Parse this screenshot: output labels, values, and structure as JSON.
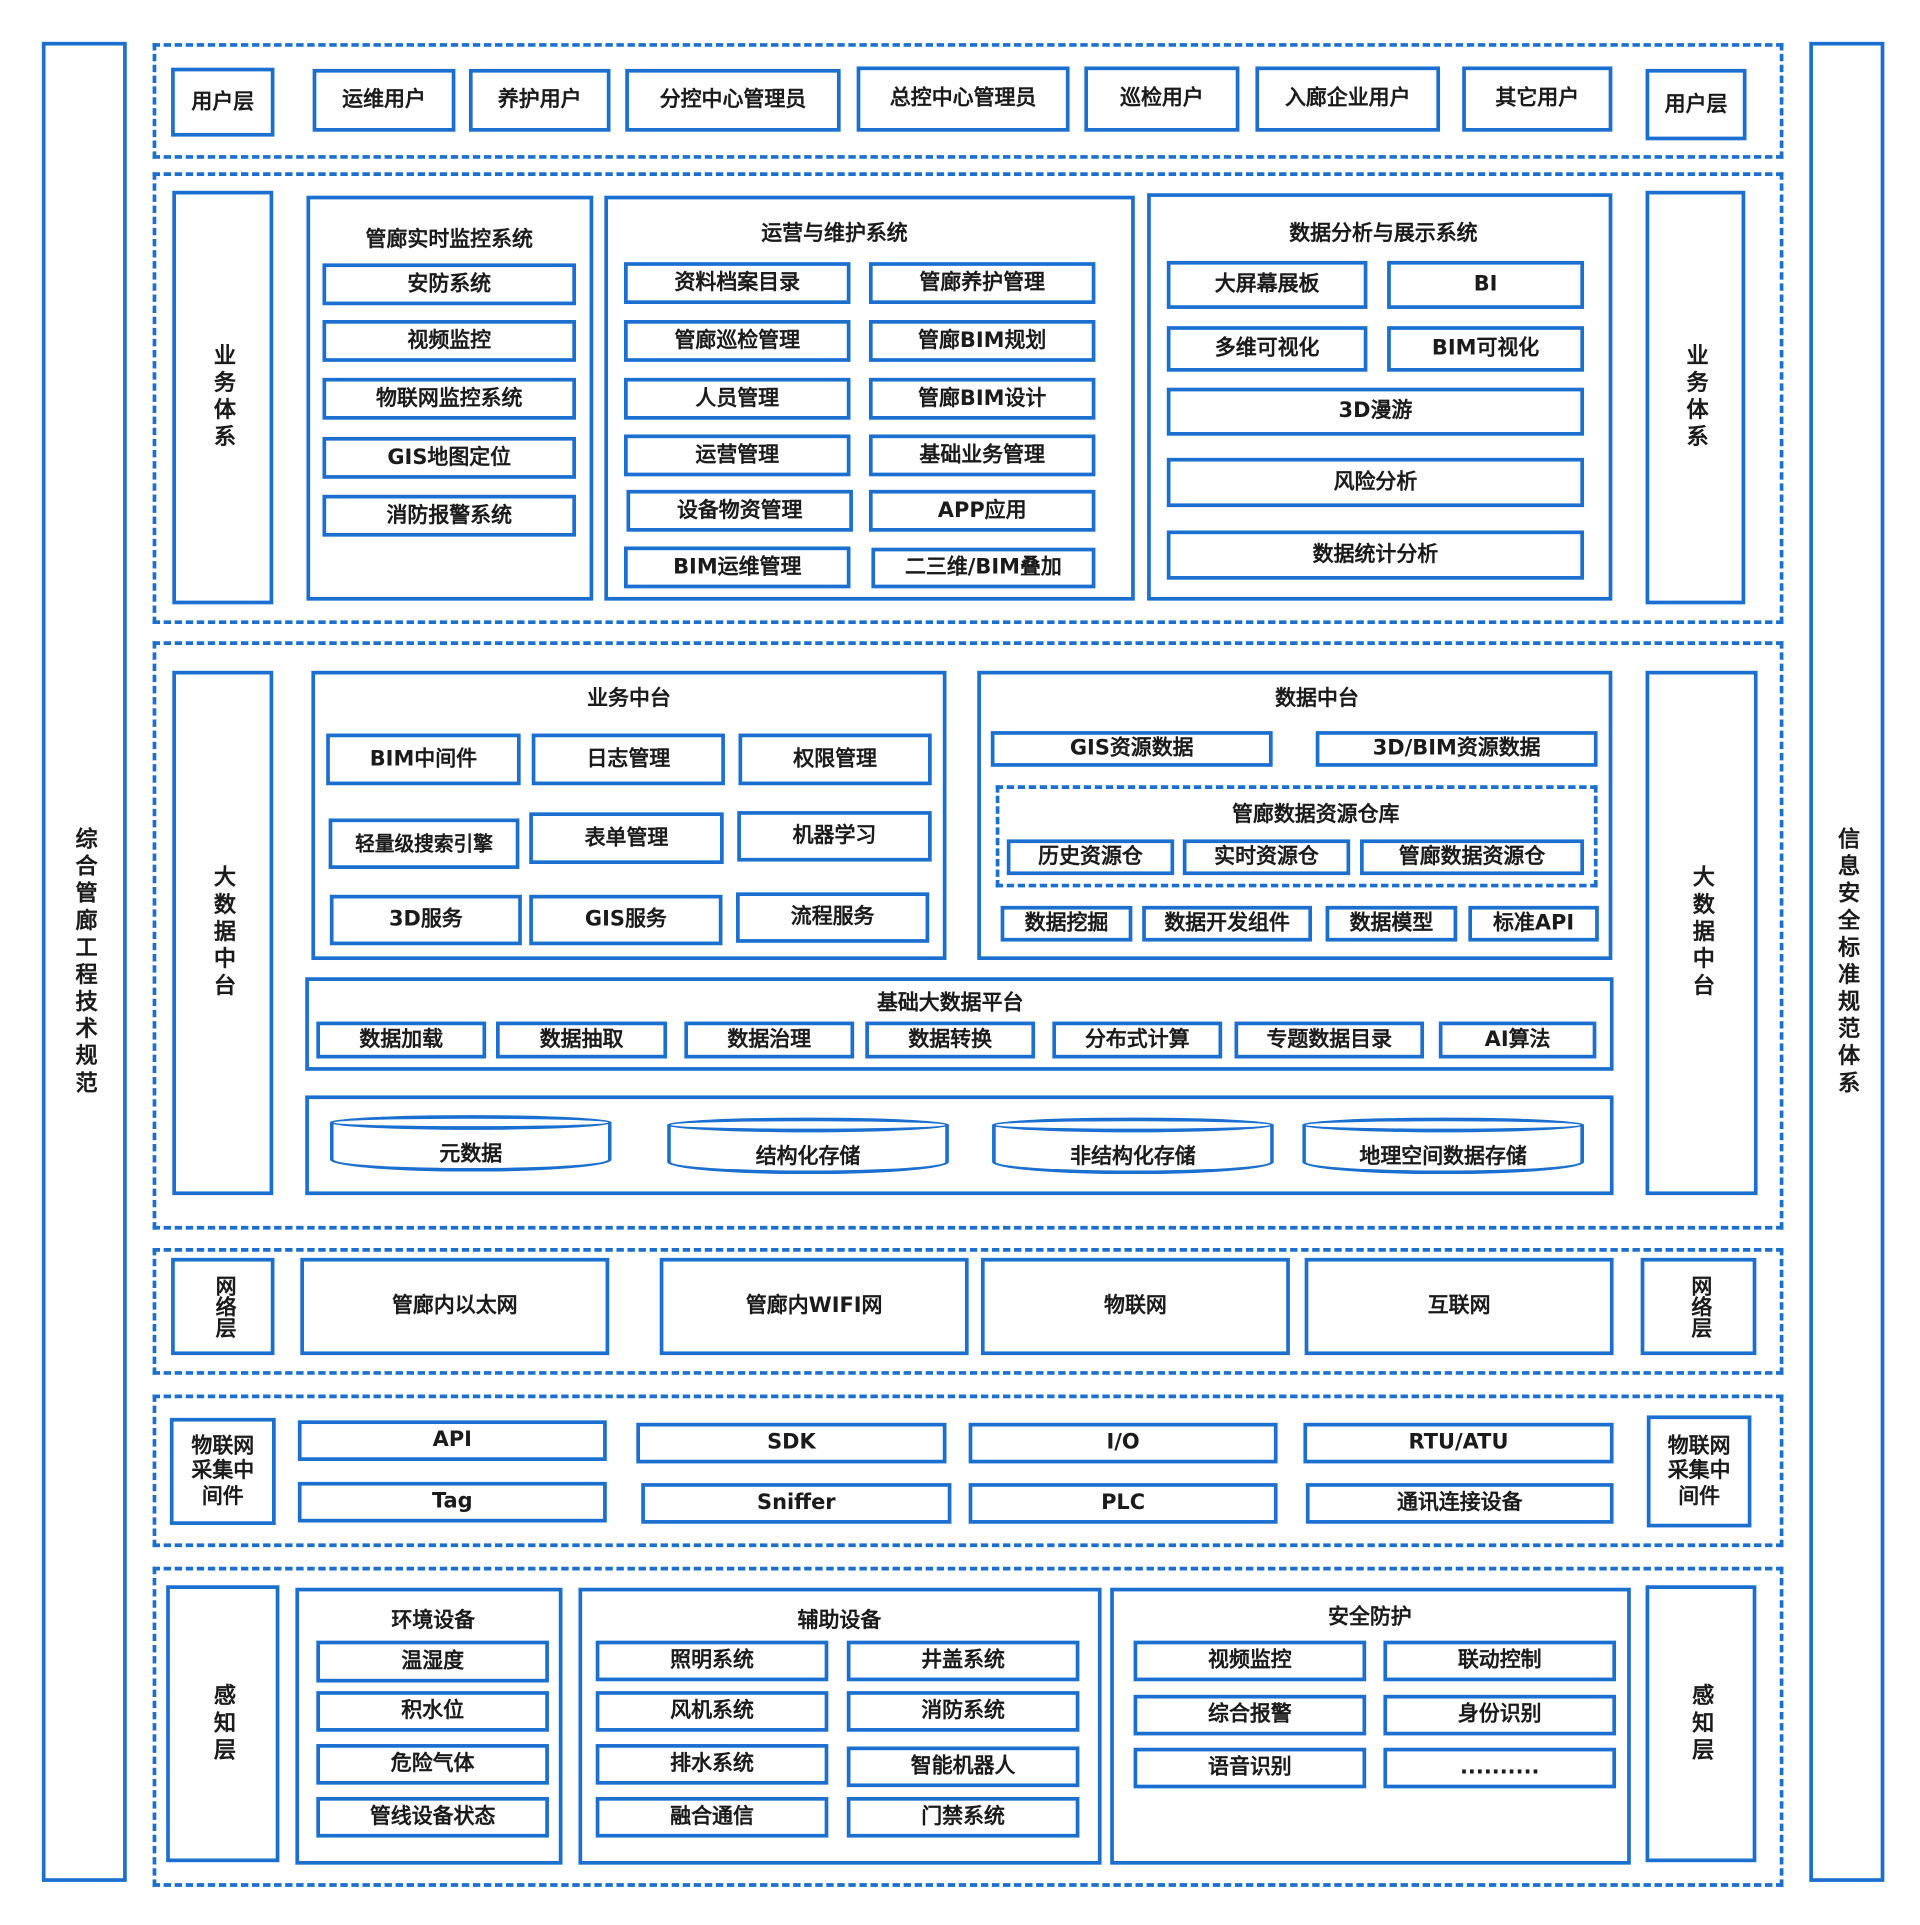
{
  "colors": {
    "accent": "#1a6fd0",
    "text": "#1b1b1b"
  },
  "sides": {
    "left": "综合管廊工程技术规范",
    "right": "信息安全标准规范体系"
  },
  "user_layer": {
    "label": "用户层",
    "items": [
      "运维用户",
      "养护用户",
      "分控中心管理员",
      "总控中心管理员",
      "巡检用户",
      "入廊企业用户",
      "其它用户"
    ]
  },
  "business": {
    "label": "业务体系",
    "monitor": {
      "title": "管廊实时监控系统",
      "items": [
        "安防系统",
        "视频监控",
        "物联网监控系统",
        "GIS地图定位",
        "消防报警系统"
      ]
    },
    "ops": {
      "title": "运营与维护系统",
      "col1": [
        "资料档案目录",
        "管廊巡检管理",
        "人员管理",
        "运营管理",
        "设备物资管理",
        "BIM运维管理"
      ],
      "col2": [
        "管廊养护管理",
        "管廊BIM规划",
        "管廊BIM设计",
        "基础业务管理",
        "APP应用",
        "二三维/BIM叠加"
      ]
    },
    "analysis": {
      "title": "数据分析与展示系统",
      "items": [
        "大屏幕展板",
        "BI",
        "多维可视化",
        "BIM可视化",
        "3D漫游",
        "风险分析",
        "数据统计分析"
      ]
    }
  },
  "bigdata": {
    "label": "大数据中台",
    "biz_mid": {
      "title": "业务中台",
      "items": [
        "BIM中间件",
        "日志管理",
        "权限管理",
        "轻量级搜索引擎",
        "表单管理",
        "机器学习",
        "3D服务",
        "GIS服务",
        "流程服务"
      ]
    },
    "data_mid": {
      "title": "数据中台",
      "resources": [
        "GIS资源数据",
        "3D/BIM资源数据"
      ],
      "warehouse": {
        "title": "管廊数据资源仓库",
        "items": [
          "历史资源仓",
          "实时资源仓",
          "管廊数据资源仓"
        ]
      },
      "tools": [
        "数据挖掘",
        "数据开发组件",
        "数据模型",
        "标准API"
      ]
    },
    "platform": {
      "title": "基础大数据平台",
      "items": [
        "数据加载",
        "数据抽取",
        "数据治理",
        "数据转换",
        "分布式计算",
        "专题数据目录",
        "AI算法"
      ]
    },
    "storage": [
      "元数据",
      "结构化存储",
      "非结构化存储",
      "地理空间数据存储"
    ]
  },
  "network": {
    "label": "网络层",
    "items": [
      "管廊内以太网",
      "管廊内WIFI网",
      "物联网",
      "互联网"
    ]
  },
  "iot": {
    "label": "物联网采集中间件",
    "items": [
      "API",
      "Tag",
      "SDK",
      "Sniffer",
      "I/O",
      "PLC",
      "RTU/ATU",
      "通讯连接设备"
    ]
  },
  "perception": {
    "label": "感知层",
    "env": {
      "title": "环境设备",
      "items": [
        "温湿度",
        "积水位",
        "危险气体",
        "管线设备状态"
      ]
    },
    "aux": {
      "title": "辅助设备",
      "col1": [
        "照明系统",
        "风机系统",
        "排水系统",
        "融合通信"
      ],
      "col2": [
        "井盖系统",
        "消防系统",
        "智能机器人",
        "门禁系统"
      ]
    },
    "security": {
      "title": "安全防护",
      "col1": [
        "视频监控",
        "综合报警",
        "语音识别"
      ],
      "col2": [
        "联动控制",
        "身份识别",
        ".........."
      ]
    }
  }
}
